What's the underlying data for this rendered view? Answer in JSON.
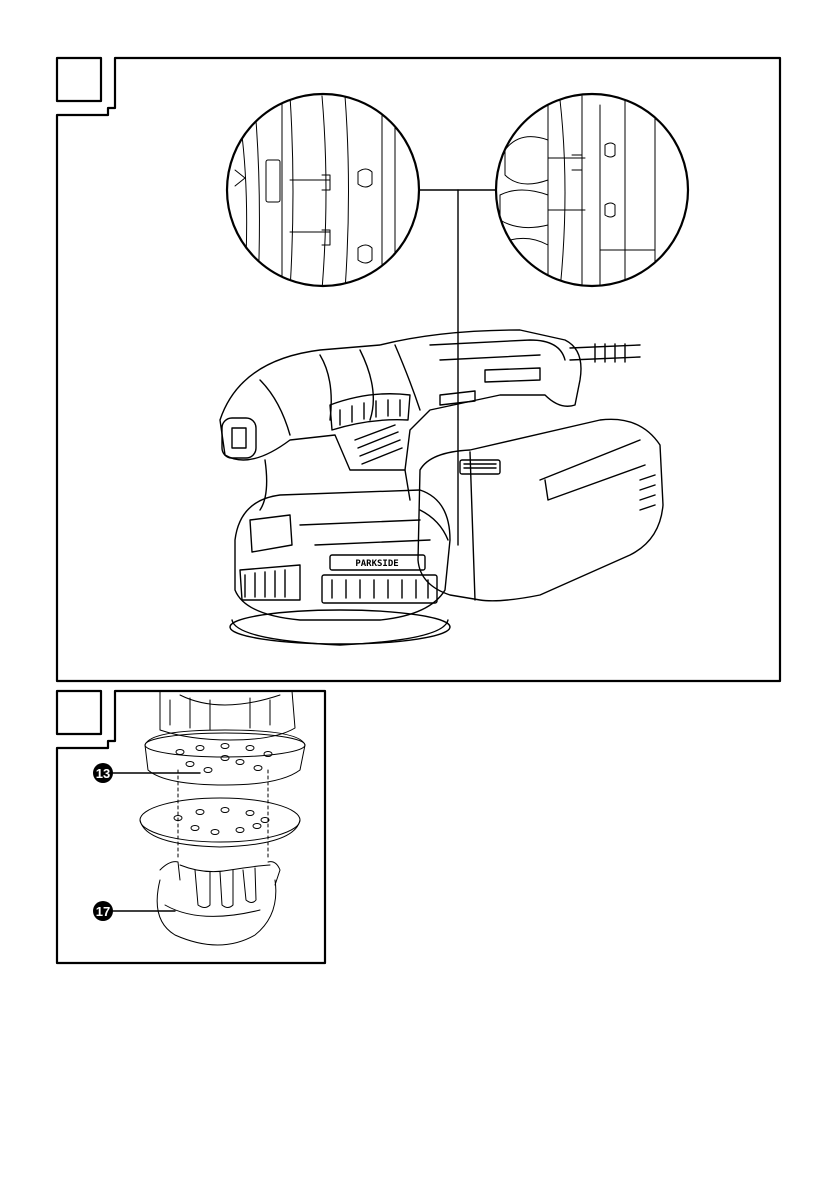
{
  "figure_a": {
    "label": "",
    "brand_text": "PARKSIDE"
  },
  "figure_b": {
    "label": "",
    "callouts": [
      {
        "number": "13"
      },
      {
        "number": "17"
      }
    ]
  }
}
